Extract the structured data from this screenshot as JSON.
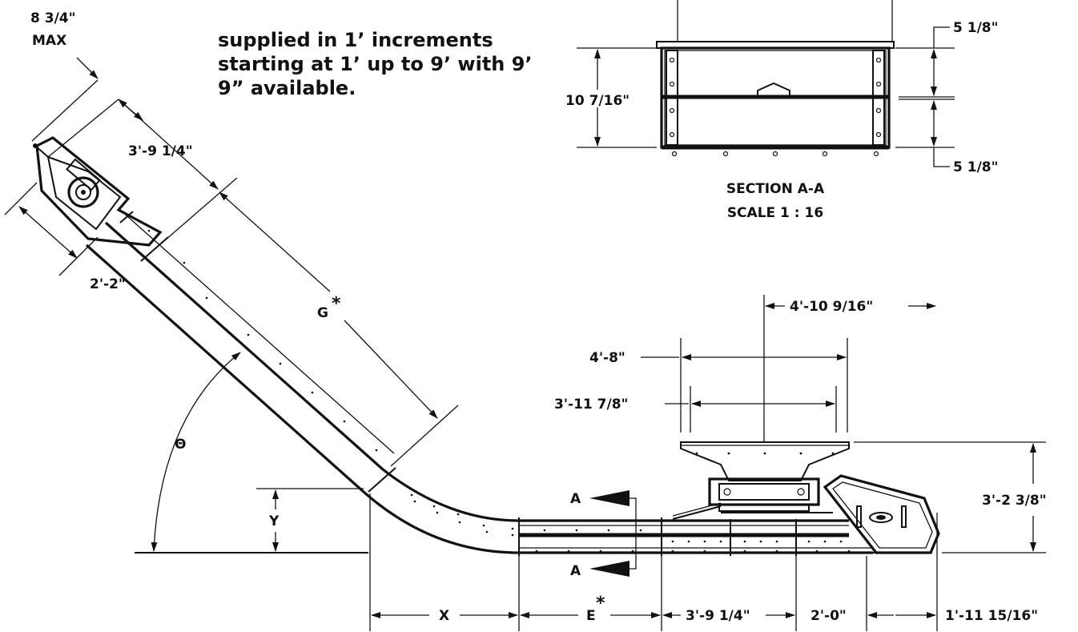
{
  "note": {
    "line1": "supplied in 1’ increments",
    "line2": "starting at 1’ up to 9’ with 9’",
    "line3": "9” available."
  },
  "section": {
    "title": "SECTION A-A",
    "scale": "SCALE 1 : 16",
    "height": "10 7/16\"",
    "top_half": "5 1/8\"",
    "bottom_half": "5 1/8\""
  },
  "dimensions": {
    "max_label": "8 3/4\"",
    "max_word": "MAX",
    "head_length": "3'-9 1/4\"",
    "head_width": "2'-2\"",
    "incline": "G",
    "incline_mark": "*",
    "angle": "Θ",
    "rise": "Y",
    "run": "X",
    "horizontal": "E",
    "horizontal_mark": "*",
    "tail_section": "3'-9 1/4\"",
    "hopper_offset": "2'-0\"",
    "tail_end": "1'-11 15/16\"",
    "hopper_to_end": "4'-10 9/16\"",
    "hopper_top": "4'-8\"",
    "hopper_inner": "3'-11 7/8\"",
    "hopper_height": "3'-2 3/8\""
  },
  "section_marks": {
    "upper": "A",
    "lower": "A"
  }
}
